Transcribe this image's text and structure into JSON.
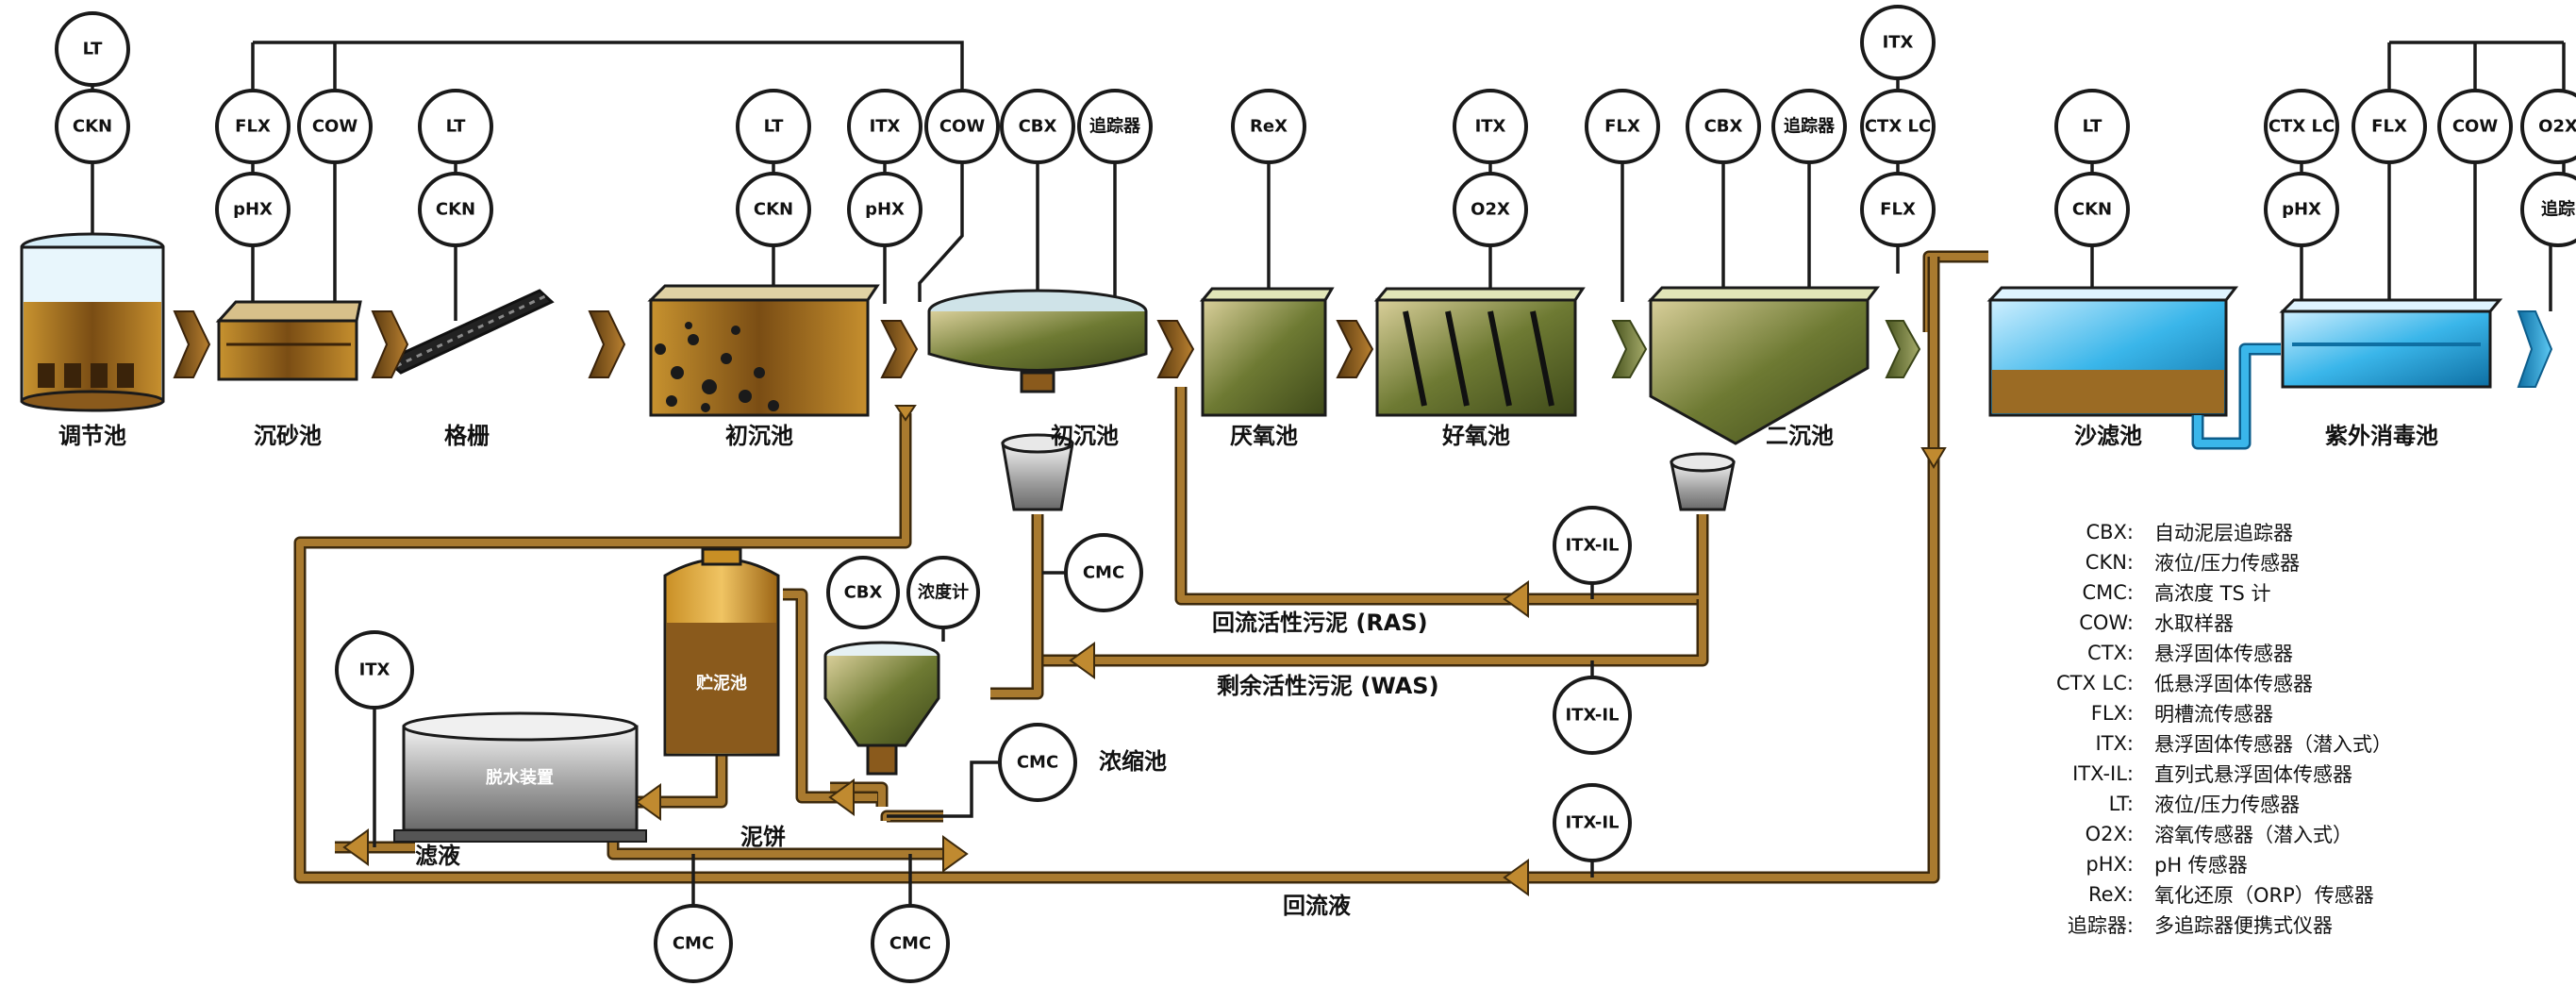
{
  "stages": {
    "s1": "调节池",
    "s2": "沉砂池",
    "s3": "格栅",
    "s4": "初沉池",
    "s5": "初沉池",
    "s6": "厌氧池",
    "s7": "好氧池",
    "s8": "二沉池",
    "s9": "沙滤池",
    "s10": "紫外消毒池"
  },
  "units": {
    "dewater": "脱水装置",
    "sludge_tank": "贮泥池",
    "thickener_label": "浓缩池",
    "thickener_bubble": "浓度计"
  },
  "flows": {
    "ras": "回流活性污泥 (RAS)",
    "was": "剩余活性污泥 (WAS)",
    "reflux": "回流液",
    "filtrate": "滤液",
    "cake": "泥饼"
  },
  "bubbles": {
    "lt": "LT",
    "ckn": "CKN",
    "flx": "FLX",
    "cow": "COW",
    "phx": "pHX",
    "itx": "ITX",
    "cbx": "CBX",
    "rex": "ReX",
    "o2x": "O2X",
    "cmc": "CMC",
    "ctxlc": "CTX LC",
    "itxil": "ITX-IL",
    "tracker": "追踪器",
    "o2x_edge": "O2X",
    "tracker_edge": "追踪"
  },
  "legend": [
    {
      "code": "CBX:",
      "desc": "自动泥层追踪器"
    },
    {
      "code": "CKN:",
      "desc": "液位/压力传感器"
    },
    {
      "code": "CMC:",
      "desc": "高浓度 TS 计"
    },
    {
      "code": "COW:",
      "desc": "水取样器"
    },
    {
      "code": "CTX:",
      "desc": "悬浮固体传感器"
    },
    {
      "code": "CTX LC:",
      "desc": "低悬浮固体传感器"
    },
    {
      "code": "FLX:",
      "desc": "明槽流传感器"
    },
    {
      "code": "ITX:",
      "desc": "悬浮固体传感器（潜入式）"
    },
    {
      "code": "ITX-IL:",
      "desc": "直列式悬浮固体传感器"
    },
    {
      "code": "LT:",
      "desc": "液位/压力传感器"
    },
    {
      "code": "O2X:",
      "desc": "溶氧传感器（潜入式）"
    },
    {
      "code": "pHX:",
      "desc": "pH 传感器"
    },
    {
      "code": "ReX:",
      "desc": "氧化还原（ORP）传感器"
    },
    {
      "code": "追踪器:",
      "desc": "多追踪器便携式仪器"
    }
  ],
  "colors": {
    "sludge_brown": "#8a5a1c",
    "wastewater_olive": "#6e7a33",
    "clean_water_blue": "#3ab6ea",
    "pipe_dark": "#3d2a0d"
  }
}
